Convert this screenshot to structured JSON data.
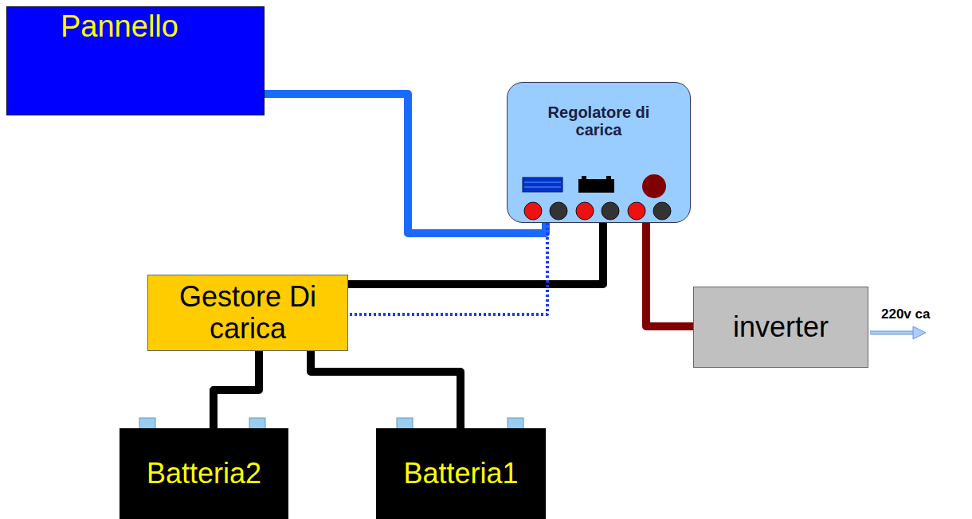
{
  "diagram": {
    "nodes": [
      {
        "text": [
          "Pannello"
        ]
      },
      {
        "text": [
          "Regolatore di carica"
        ]
      },
      {
        "text": [
          "Gestore Di carica"
        ]
      },
      {
        "text": [
          "inverter"
        ]
      },
      {
        "text": [
          "Batteria2"
        ]
      },
      {
        "text": [
          "Batteria1"
        ]
      }
    ],
    "edges": [
      {
        "from": 0,
        "to": 1,
        "arrow": "none"
      },
      {
        "from": 1,
        "to": 2,
        "arrow": "none"
      },
      {
        "from": 1,
        "to": 2,
        "arrow": "none"
      },
      {
        "from": 1,
        "to": 3,
        "arrow": "none"
      },
      {
        "from": 2,
        "to": 4,
        "arrow": "none"
      },
      {
        "from": 2,
        "to": 5,
        "arrow": "none"
      }
    ],
    "labels": [
      "220v ca"
    ]
  }
}
